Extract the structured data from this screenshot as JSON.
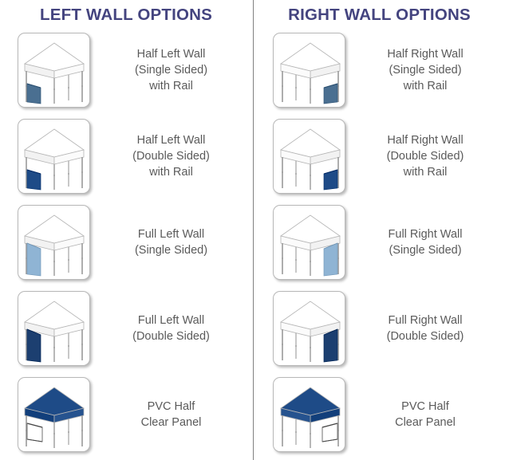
{
  "colors": {
    "heading": "#44447f",
    "label_text": "#5a5a5a",
    "navy": "#1e4b87",
    "navy_dark": "#1c3f70",
    "light_blue": "#8fb4d4",
    "slate_blue": "#4a6f91",
    "frame": "#d9d9d9",
    "divider": "#808080"
  },
  "columns": [
    {
      "id": "left",
      "title": "LEFT WALL OPTIONS",
      "rows": [
        {
          "icon": "tent-half-left-wall-single-rail-icon",
          "side": "left",
          "variant": "half-rail",
          "wall_color": "#4a6f91",
          "canopy_color": "#ffffff",
          "lines": [
            "Half Left Wall",
            "(Single Sided)",
            "with Rail"
          ]
        },
        {
          "icon": "tent-half-left-wall-double-rail-icon",
          "side": "left",
          "variant": "half-rail",
          "wall_color": "#1e4b87",
          "canopy_color": "#ffffff",
          "lines": [
            "Half Left Wall",
            "(Double Sided)",
            "with Rail"
          ]
        },
        {
          "icon": "tent-full-left-wall-single-icon",
          "side": "left",
          "variant": "full",
          "wall_color": "#8fb4d4",
          "canopy_color": "#ffffff",
          "lines": [
            "Full Left Wall",
            "(Single Sided)"
          ]
        },
        {
          "icon": "tent-full-left-wall-double-icon",
          "side": "left",
          "variant": "full",
          "wall_color": "#1c3f70",
          "canopy_color": "#ffffff",
          "lines": [
            "Full Left Wall",
            "(Double Sided)"
          ]
        },
        {
          "icon": "tent-pvc-half-clear-panel-left-icon",
          "side": "left",
          "variant": "clear",
          "wall_color": "#ffffff",
          "canopy_color": "#1e4b87",
          "lines": [
            "PVC Half",
            "Clear Panel"
          ]
        }
      ]
    },
    {
      "id": "right",
      "title": "RIGHT WALL OPTIONS",
      "rows": [
        {
          "icon": "tent-half-right-wall-single-rail-icon",
          "side": "right",
          "variant": "half-rail",
          "wall_color": "#4a6f91",
          "canopy_color": "#ffffff",
          "lines": [
            "Half Right Wall",
            "(Single Sided)",
            "with Rail"
          ]
        },
        {
          "icon": "tent-half-right-wall-double-rail-icon",
          "side": "right",
          "variant": "half-rail",
          "wall_color": "#1e4b87",
          "canopy_color": "#ffffff",
          "lines": [
            "Half Right Wall",
            "(Double Sided)",
            "with Rail"
          ]
        },
        {
          "icon": "tent-full-right-wall-single-icon",
          "side": "right",
          "variant": "full",
          "wall_color": "#8fb4d4",
          "canopy_color": "#ffffff",
          "lines": [
            "Full Right Wall",
            "(Single Sided)"
          ]
        },
        {
          "icon": "tent-full-right-wall-double-icon",
          "side": "right",
          "variant": "full",
          "wall_color": "#1c3f70",
          "canopy_color": "#ffffff",
          "lines": [
            "Full Right Wall",
            "(Double Sided)"
          ]
        },
        {
          "icon": "tent-pvc-half-clear-panel-right-icon",
          "side": "right",
          "variant": "clear",
          "wall_color": "#ffffff",
          "canopy_color": "#1e4b87",
          "lines": [
            "PVC Half",
            "Clear Panel"
          ]
        }
      ]
    }
  ]
}
